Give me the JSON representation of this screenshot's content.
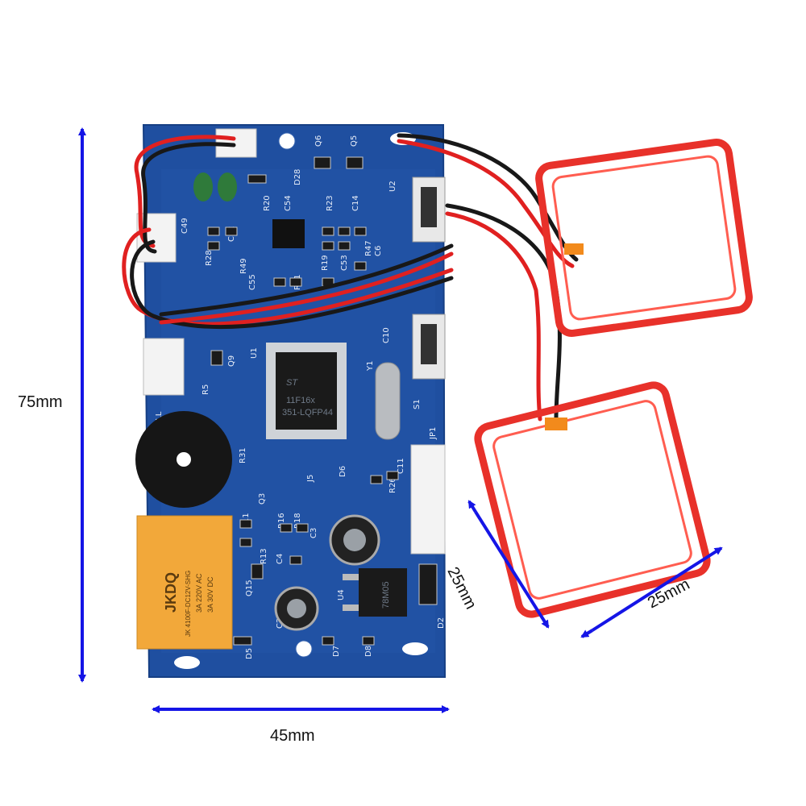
{
  "dimensions": {
    "board_height": "75mm",
    "board_width": "45mm",
    "coil_height": "25mm",
    "coil_width": "25mm"
  },
  "colors": {
    "pcb": "#1f4fa0",
    "arrow": "#1515e6",
    "coil": "#e8312a",
    "relay": "#f2a83a"
  },
  "components": {
    "mcu_brand": "ST",
    "mcu_line1": "11F16x",
    "mcu_line2": "351-LQFP44",
    "relay_brand": "JKDQ",
    "relay_spec1": "JK 4100F-DC12V-SHG",
    "relay_spec2": "3A 220V AC",
    "relay_spec3": "3A 30V DC",
    "regulator": "78M05",
    "silk_labels": [
      "C49",
      "R28",
      "R49",
      "CE2",
      "R20",
      "C54",
      "D28",
      "Q6",
      "Q5",
      "R23",
      "C14",
      "U2",
      "R47",
      "C6",
      "R19",
      "C53",
      "C55",
      "R31",
      "Q9",
      "R5",
      "BELL",
      "U1",
      "C10",
      "Y1",
      "S1",
      "JP1",
      "C11",
      "J5",
      "D6",
      "R26",
      "R16",
      "R18",
      "C3",
      "R11",
      "Q3",
      "R13",
      "Q15",
      "C4",
      "U4",
      "D2",
      "D5",
      "D7",
      "D8",
      "C2",
      "R31"
    ]
  }
}
